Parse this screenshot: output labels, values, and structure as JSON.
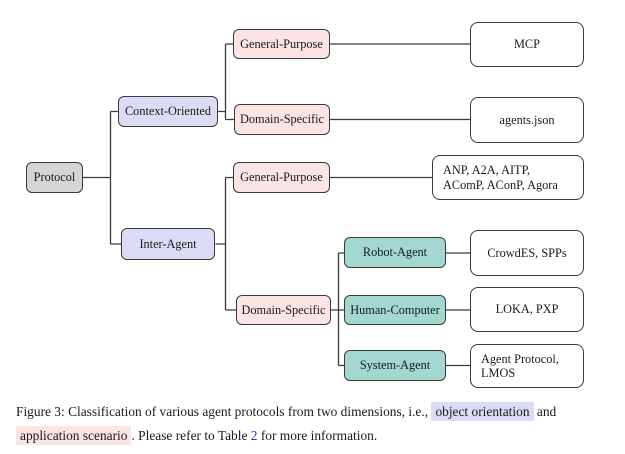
{
  "diagram": {
    "title_semantic": "Classification tree of agent protocols",
    "nodes": {
      "protocol": {
        "label": "Protocol"
      },
      "context_oriented": {
        "label": "Context-Oriented"
      },
      "inter_agent": {
        "label": "Inter-Agent"
      },
      "general_purpose_1": {
        "label": "General-Purpose"
      },
      "domain_specific_1": {
        "label": "Domain-Specific"
      },
      "general_purpose_2": {
        "label": "General-Purpose"
      },
      "domain_specific_2": {
        "label": "Domain-Specific"
      },
      "robot_agent": {
        "label": "Robot-Agent"
      },
      "human_computer": {
        "label": "Human-Computer"
      },
      "system_agent": {
        "label": "System-Agent"
      },
      "mcp": {
        "label": "MCP"
      },
      "agents_json": {
        "label": "agents.json"
      },
      "inter_general_protocols": {
        "line1": "ANP, A2A, AITP,",
        "line2": "AComP, AConP, Agora"
      },
      "robot_protocols": {
        "label": "CrowdES, SPPs"
      },
      "human_protocols": {
        "label": "LOKA, PXP"
      },
      "system_protocols": {
        "line1": "Agent Protocol,",
        "line2": "LMOS"
      }
    },
    "colors": {
      "root_fill": "#d5d5d5",
      "dimension_fill": "#dcdcf7",
      "category_fill": "#fbe4e4",
      "scenario_fill": "#a2d8d0",
      "leaf_fill": "#ffffff",
      "border": "#3a3a3a"
    }
  },
  "caption": {
    "line1_text": "Figure 3: Classification of various agent protocols from two dimensions, i.e.,",
    "highlight1": "object orientation",
    "line1_end": "and",
    "highlight2": "application scenario",
    "line2_mid": ". Please refer to Table",
    "table_link": "2",
    "line2_end": "for more information.",
    "highlight1_color": "#dcdcf7",
    "highlight2_color": "#fbe4e4",
    "link_color": "#2233dd"
  }
}
